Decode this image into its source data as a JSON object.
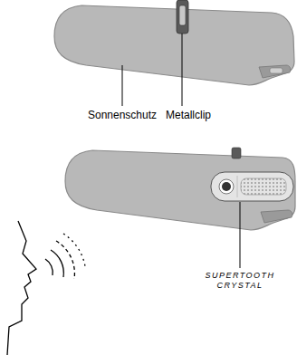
{
  "diagram": {
    "labels": [
      "Sonnenschutz",
      "Metallclip",
      "SUPERTOOTH CRYSTAL"
    ]
  }
}
